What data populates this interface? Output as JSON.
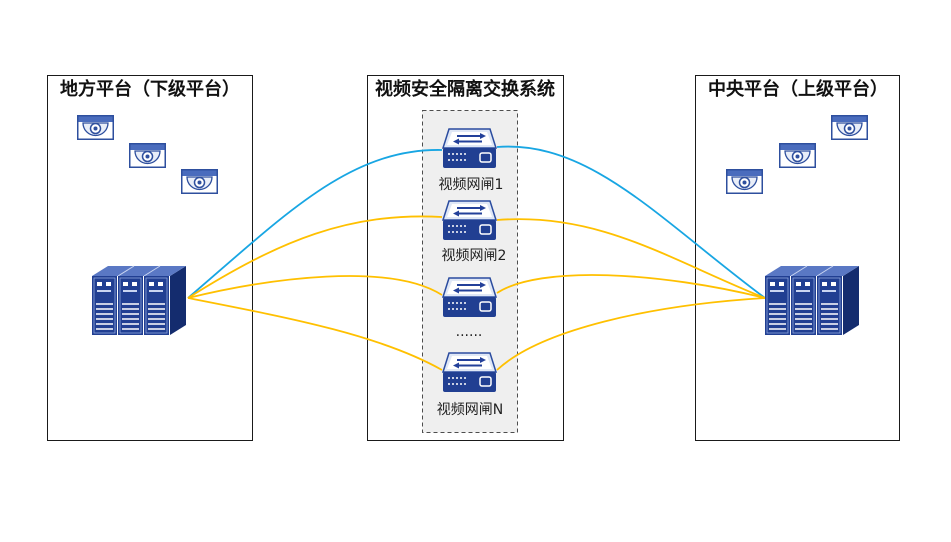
{
  "panels": {
    "local": {
      "title": "地方平台（下级平台）"
    },
    "exchange": {
      "title": "视频安全隔离交换系统",
      "gateway_labels": [
        "视频网闸1",
        "视频网闸2",
        "视频网闸N"
      ],
      "ellipsis": "......"
    },
    "central": {
      "title": "中央平台（上级平台）"
    }
  },
  "icons": {
    "camera": "dome-camera-icon",
    "server": "server-rack-icon",
    "gateway": "network-gateway-icon"
  },
  "colors": {
    "primary_link": "#18a6e3",
    "secondary_link": "#ffc000",
    "device": "#213f92"
  }
}
